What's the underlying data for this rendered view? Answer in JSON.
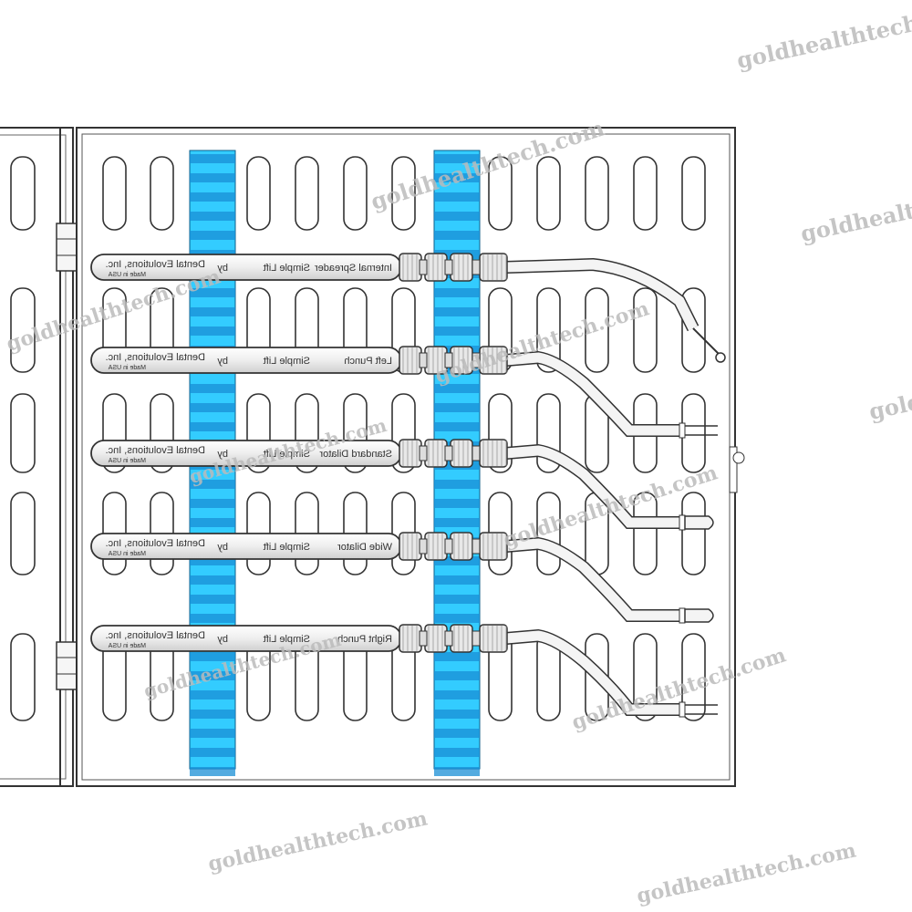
{
  "watermark": "goldhealthtech.com",
  "instruments": [
    {
      "name": "Internal Spreader",
      "brand": "Dental Evolutions, Inc.",
      "product": "Simple Lift",
      "by": "by",
      "origin": "Made in USA"
    },
    {
      "name": "Left Punch",
      "brand": "Dental Evolutions, Inc.",
      "product": "Simple Lift",
      "by": "by",
      "origin": "Made in USA"
    },
    {
      "name": "Standard Dilator",
      "brand": "Dental Evolutions, Inc.",
      "product": "Simple Lift",
      "by": "by",
      "origin": "Made in USA"
    },
    {
      "name": "Wide Dilator",
      "brand": "Dental Evolutions, Inc.",
      "product": "Simple Lift",
      "by": "by",
      "origin": "Made in USA"
    },
    {
      "name": "Right Punch",
      "brand": "Dental Evolutions, Inc.",
      "product": "Simple Lift",
      "by": "by",
      "origin": "Made in USA"
    }
  ],
  "colors": {
    "rack_light": "#33ccff",
    "rack_dark": "#1a8fd6",
    "tray_line": "#333333",
    "instrument_fill": "#f2f2f2",
    "watermark": "#bbbbbb"
  }
}
